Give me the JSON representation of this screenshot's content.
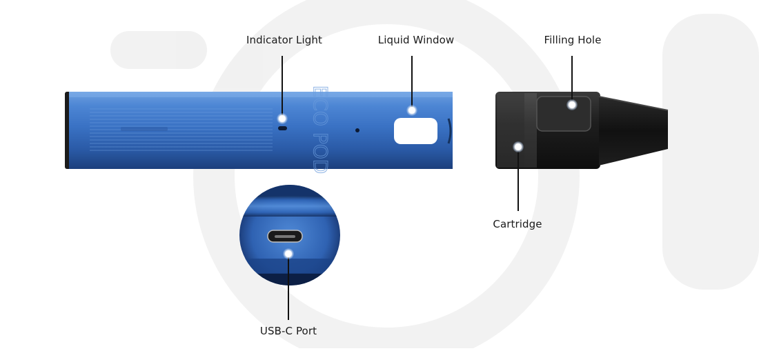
{
  "labels": {
    "indicator_light": "Indicator Light",
    "liquid_window": "Liquid Window",
    "filling_hole": "Filling Hole",
    "cartridge": "Cartridge",
    "usb_c_port": "USB-C Port"
  },
  "device": {
    "engraving": "ECO POD"
  },
  "colors": {
    "body_blue": "#3f78c8",
    "body_blue_dark": "#214a8c",
    "body_blue_light": "#7fb0ea",
    "cartridge_dark": "#1b1b1b",
    "leader_line": "#111111",
    "dot_glow": "#bcd2ef"
  }
}
